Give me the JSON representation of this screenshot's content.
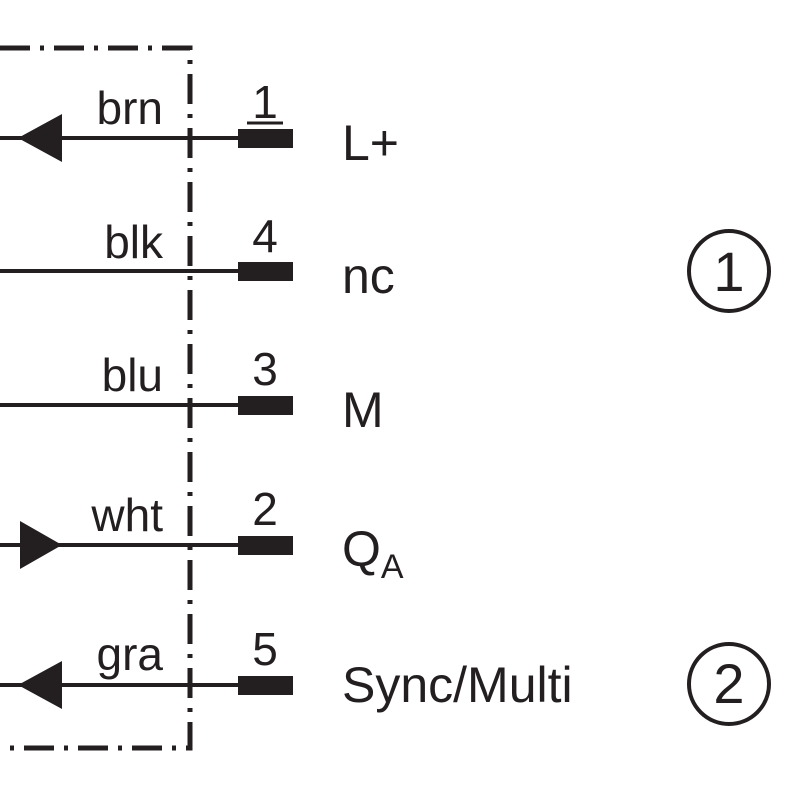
{
  "pins": [
    {
      "pin": "1",
      "color": "brn",
      "signal": "L+",
      "subscript": "",
      "arrow": "out",
      "marker": ""
    },
    {
      "pin": "4",
      "color": "blk",
      "signal": "nc",
      "subscript": "",
      "arrow": "none",
      "marker": ""
    },
    {
      "pin": "3",
      "color": "blu",
      "signal": "M",
      "subscript": "",
      "arrow": "none",
      "marker": ""
    },
    {
      "pin": "2",
      "color": "wht",
      "signal": "Q",
      "subscript": "A",
      "arrow": "in",
      "marker": ""
    },
    {
      "pin": "5",
      "color": "gra",
      "signal": "Sync/Multi",
      "subscript": "",
      "arrow": "out",
      "marker": "2"
    }
  ],
  "group_marker": "1",
  "line_color": "#231f20"
}
